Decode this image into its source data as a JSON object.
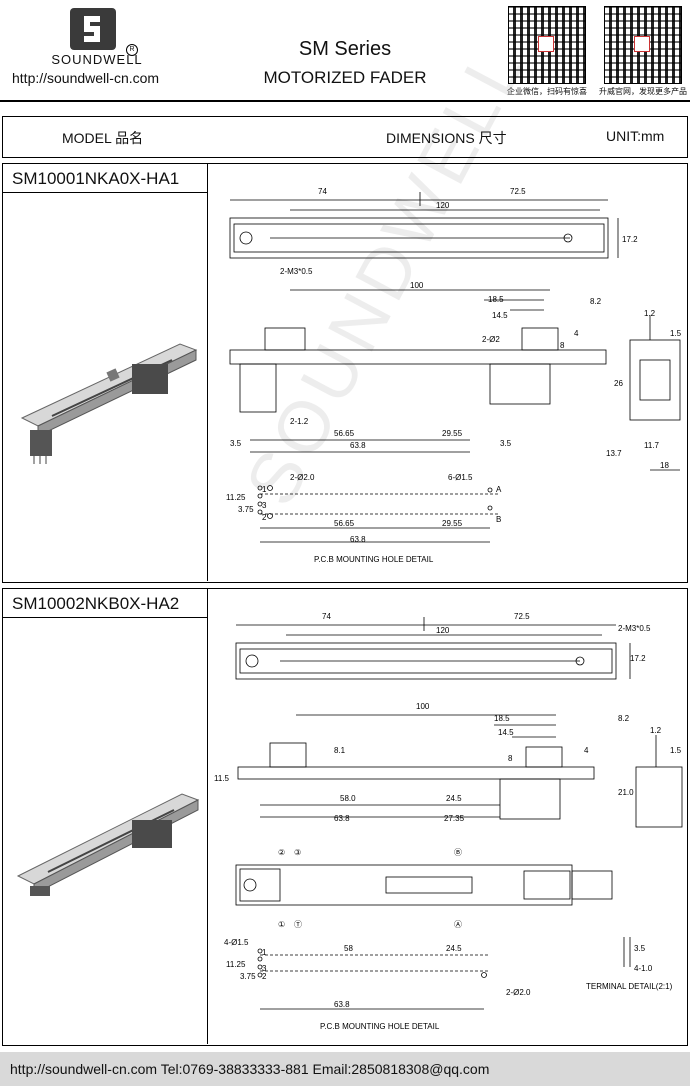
{
  "header": {
    "brand": "SOUNDWELL",
    "registered_mark": "R",
    "url": "http://soundwell-cn.com",
    "series": "SM Series",
    "product": "MOTORIZED FADER",
    "qr_left_caption": "企业微信，扫码有惊喜",
    "qr_right_caption": "升威官网，发现更多产品"
  },
  "table_header": {
    "model": "MODEL 品名",
    "dimensions": "DIMENSIONS 尺寸",
    "unit": "UNIT:mm"
  },
  "watermark": "SOUNDWELL",
  "sections": [
    {
      "model": "SM10001NKA0X-HA1",
      "dims": {
        "top_left": "74",
        "top_right": "72.5",
        "top_mid": "120",
        "height": "17.2",
        "screw": "2-M3*0.5",
        "len100": "100",
        "d18_5": "18.5",
        "d14_5": "14.5",
        "d8_2": "8.2",
        "phi2": "2-Ø2",
        "d4": "4",
        "d8": "8",
        "d1_2": "1.2",
        "d1_5": "1.5",
        "d26": "26",
        "d2_1_2": "2-1.2",
        "d56_65": "56.65",
        "d29_55": "29.55",
        "d63_8": "63.8",
        "d3_5a": "3.5",
        "d3_5b": "3.5",
        "d11_7": "11.7",
        "d13_7": "13.7",
        "d18": "18",
        "pcb_phi2": "2-Ø2.0",
        "pcb_phi1_5": "6-Ø1.5",
        "pcb_11_25": "11.25",
        "pcb_3_75": "3.75",
        "pcb_56_65": "56.65",
        "pcb_29_55": "29.55",
        "pcb_63_8": "63.8",
        "pin1": "1",
        "pin3": "3",
        "pin2": "2",
        "pinA": "A",
        "pinB": "B",
        "pcb_caption": "P.C.B  MOUNTING HOLE DETAIL"
      }
    },
    {
      "model": "SM10002NKB0X-HA2",
      "dims": {
        "top_left": "74",
        "top_right": "72.5",
        "top_mid": "120",
        "height": "17.2",
        "screw": "2-M3*0.5",
        "len100": "100",
        "d18_5": "18.5",
        "d14_5": "14.5",
        "d8_2": "8.2",
        "d8": "8",
        "d4": "4",
        "d8_1": "8.1",
        "d1_2": "1.2",
        "d1_5": "1.5",
        "d11_5": "11.5",
        "d58": "58.0",
        "d24_5": "24.5",
        "d21": "21.0",
        "d63_8": "63.8",
        "d27_35": "27.35",
        "c2": "②",
        "c3": "③",
        "c1": "①",
        "cT": "Ⓣ",
        "cA": "Ⓐ",
        "cB": "Ⓑ",
        "pcb_phi1_5": "4-Ø1.5",
        "pcb_58": "58",
        "pcb_24_5": "24.5",
        "pcb_11_25": "11.25",
        "pcb_3_75": "3.75",
        "pcb_phi2": "2-Ø2.0",
        "pcb_63_8": "63.8",
        "pin1": "1",
        "pin3": "3",
        "pin2": "2",
        "term_3_5": "3.5",
        "term_4_1": "4-1.0",
        "term_caption": "TERMINAL DETAIL(2:1)",
        "pcb_caption": "P.C.B  MOUNTING HOLE DETAIL"
      }
    }
  ],
  "footer": {
    "text": "http://soundwell-cn.com  Tel:0769-38833333-881  Email:2850818308@qq.com"
  }
}
